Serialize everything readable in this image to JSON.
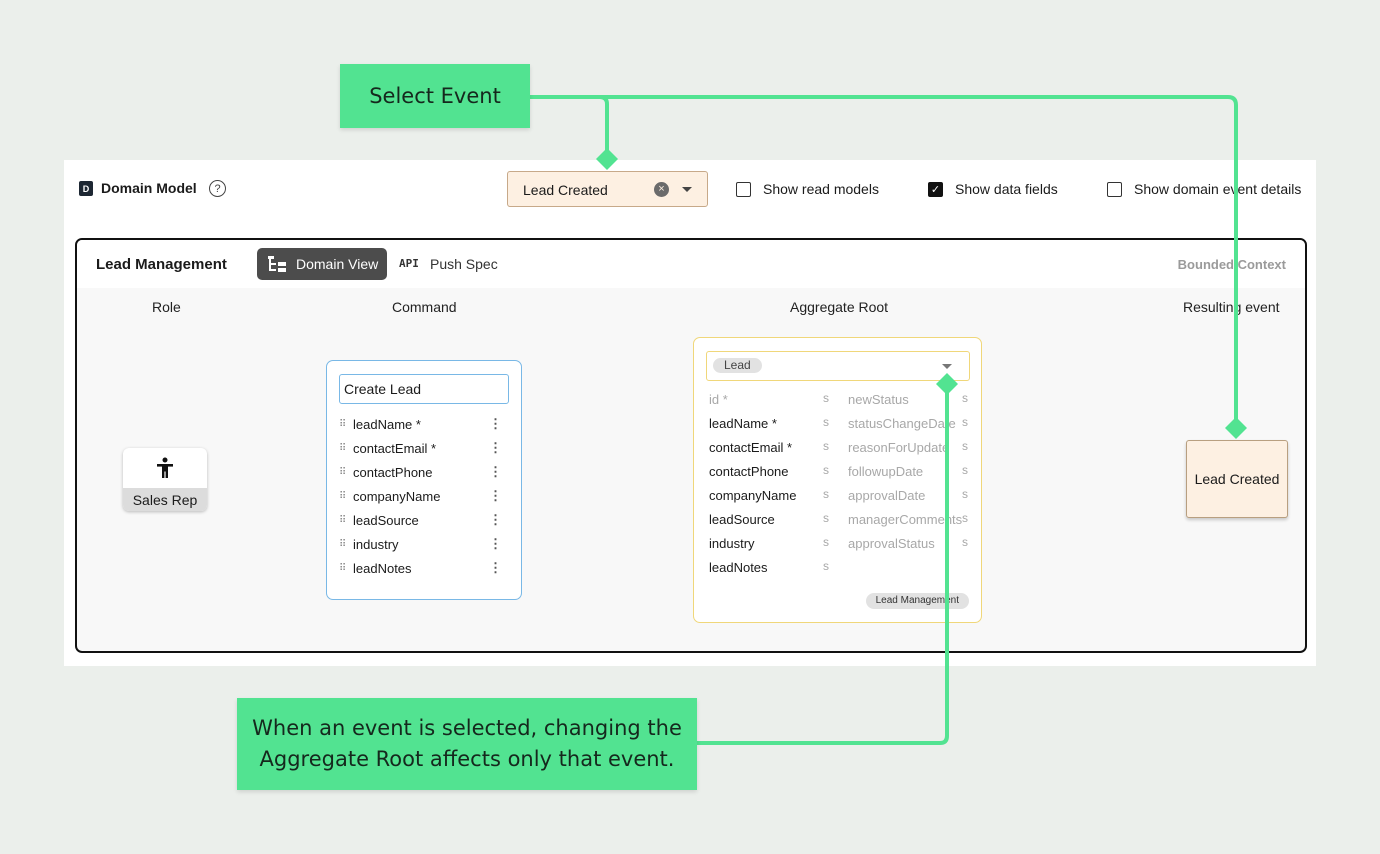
{
  "callouts": {
    "select_event": "Select Event",
    "aggregate_note_line1": "When an event is selected, changing the",
    "aggregate_note_line2": "Aggregate Root affects only that event."
  },
  "toolbar": {
    "badge_letter": "D",
    "title": "Domain Model",
    "help_icon": "?",
    "event_select_value": "Lead Created",
    "show_read_models": "Show read models",
    "show_data_fields": "Show data fields",
    "show_domain_event_details": "Show domain event details",
    "read_models_checked": false,
    "data_fields_checked": true,
    "domain_event_details_checked": false
  },
  "context": {
    "title": "Lead Management",
    "domain_view": "Domain View",
    "api_icon": "API",
    "push_spec": "Push Spec",
    "bounded_context": "Bounded Context"
  },
  "columns": {
    "role": "Role",
    "command": "Command",
    "aggregate_root": "Aggregate Root",
    "resulting_event": "Resulting event"
  },
  "role": {
    "label": "Sales Rep",
    "icon": "person-icon"
  },
  "command": {
    "name": "Create Lead",
    "fields": [
      "leadName *",
      "contactEmail *",
      "contactPhone",
      "companyName",
      "leadSource",
      "industry",
      "leadNotes"
    ]
  },
  "aggregate": {
    "selected": "Lead",
    "fields_left": [
      {
        "name": "id *",
        "type": "s",
        "dim": true
      },
      {
        "name": "leadName *",
        "type": "s",
        "dim": false
      },
      {
        "name": "contactEmail *",
        "type": "s",
        "dim": false
      },
      {
        "name": "contactPhone",
        "type": "s",
        "dim": false
      },
      {
        "name": "companyName",
        "type": "s",
        "dim": false
      },
      {
        "name": "leadSource",
        "type": "s",
        "dim": false
      },
      {
        "name": "industry",
        "type": "s",
        "dim": false
      },
      {
        "name": "leadNotes",
        "type": "s",
        "dim": false
      }
    ],
    "fields_right": [
      {
        "name": "newStatus",
        "type": "s"
      },
      {
        "name": "statusChangeDate",
        "type": "s"
      },
      {
        "name": "reasonForUpdate",
        "type": "s"
      },
      {
        "name": "followupDate",
        "type": "s"
      },
      {
        "name": "approvalDate",
        "type": "s"
      },
      {
        "name": "managerComments",
        "type": "s"
      },
      {
        "name": "approvalStatus",
        "type": "s"
      }
    ],
    "context_tag": "Lead Management"
  },
  "event": {
    "label": "Lead Created"
  },
  "colors": {
    "callout": "#52e391",
    "connector": "#52e391",
    "event_fill": "#fdf0e2",
    "command_border": "#79b8e6",
    "aggregate_border": "#f0d77a"
  }
}
